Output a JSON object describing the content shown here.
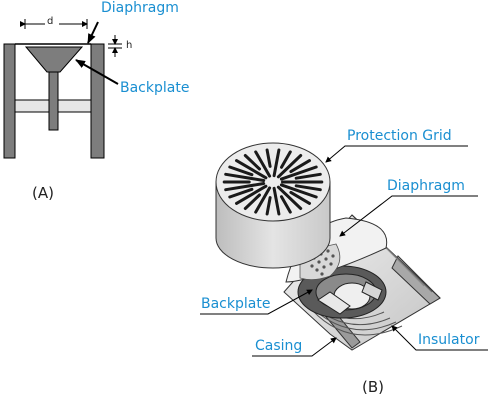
{
  "colors": {
    "label": "#1a8fd1",
    "metal": "#7d7d7d",
    "outline": "#000000"
  },
  "diagram_a": {
    "caption": "(A)",
    "labels": {
      "diaphragm": "Diaphragm",
      "backplate": "Backplate",
      "d": "d",
      "h": "h"
    }
  },
  "diagram_b": {
    "caption": "(B)",
    "labels": {
      "protection_grid": "Protection Grid",
      "diaphragm": "Diaphragm",
      "backplate": "Backplate",
      "casing": "Casing",
      "insulator": "Insulator"
    }
  }
}
